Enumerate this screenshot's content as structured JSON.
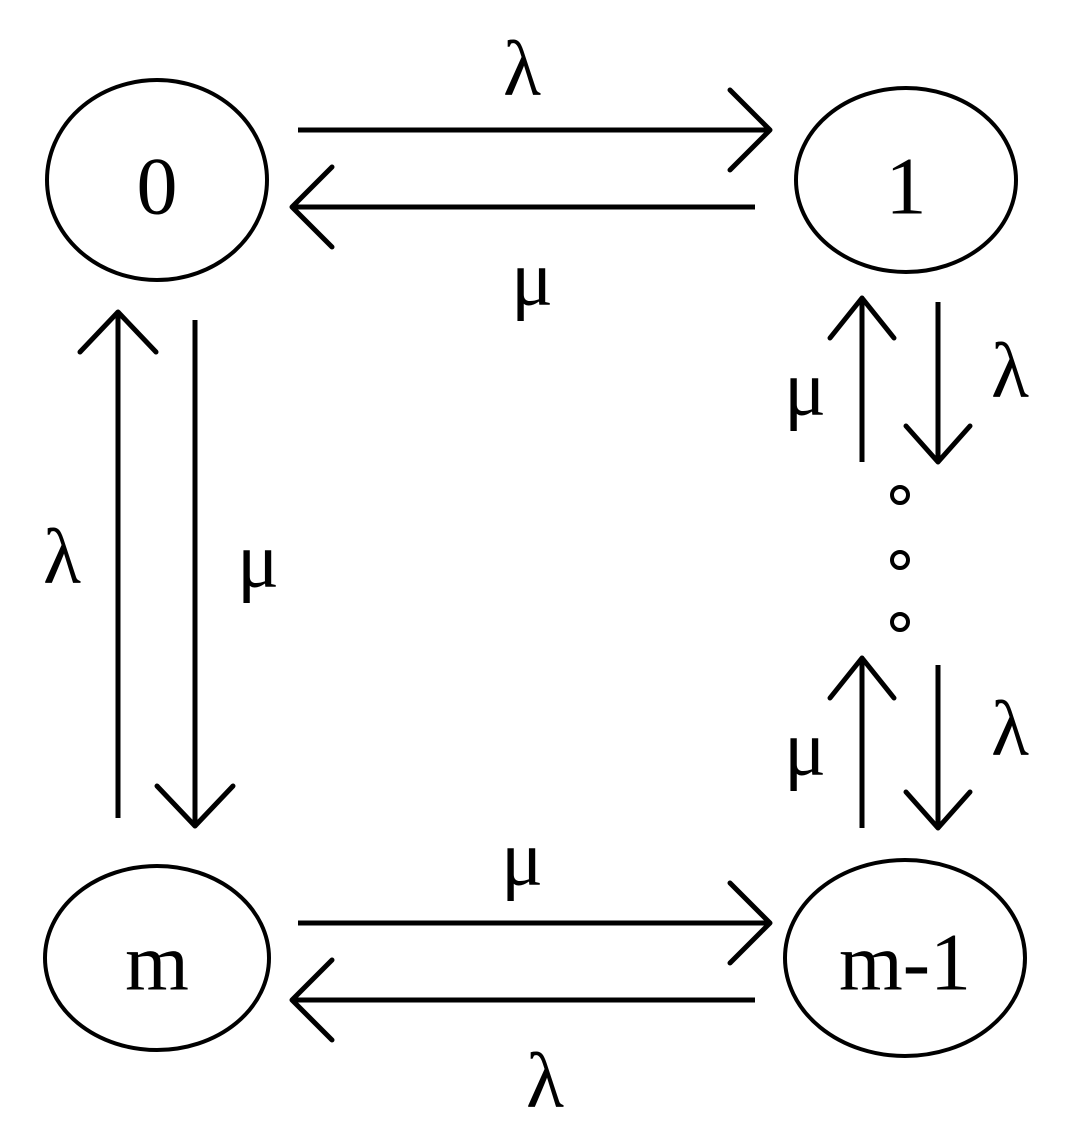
{
  "states": {
    "s0": "0",
    "s1": "1",
    "sm": "m",
    "sm1": "m-1"
  },
  "rates": {
    "top_forward": "λ",
    "top_backward": "μ",
    "right_upper_up": "μ",
    "right_upper_down": "λ",
    "right_lower_up": "μ",
    "right_lower_down": "λ",
    "bottom_forward": "μ",
    "bottom_backward": "λ",
    "left_up": "λ",
    "left_down": "μ"
  }
}
